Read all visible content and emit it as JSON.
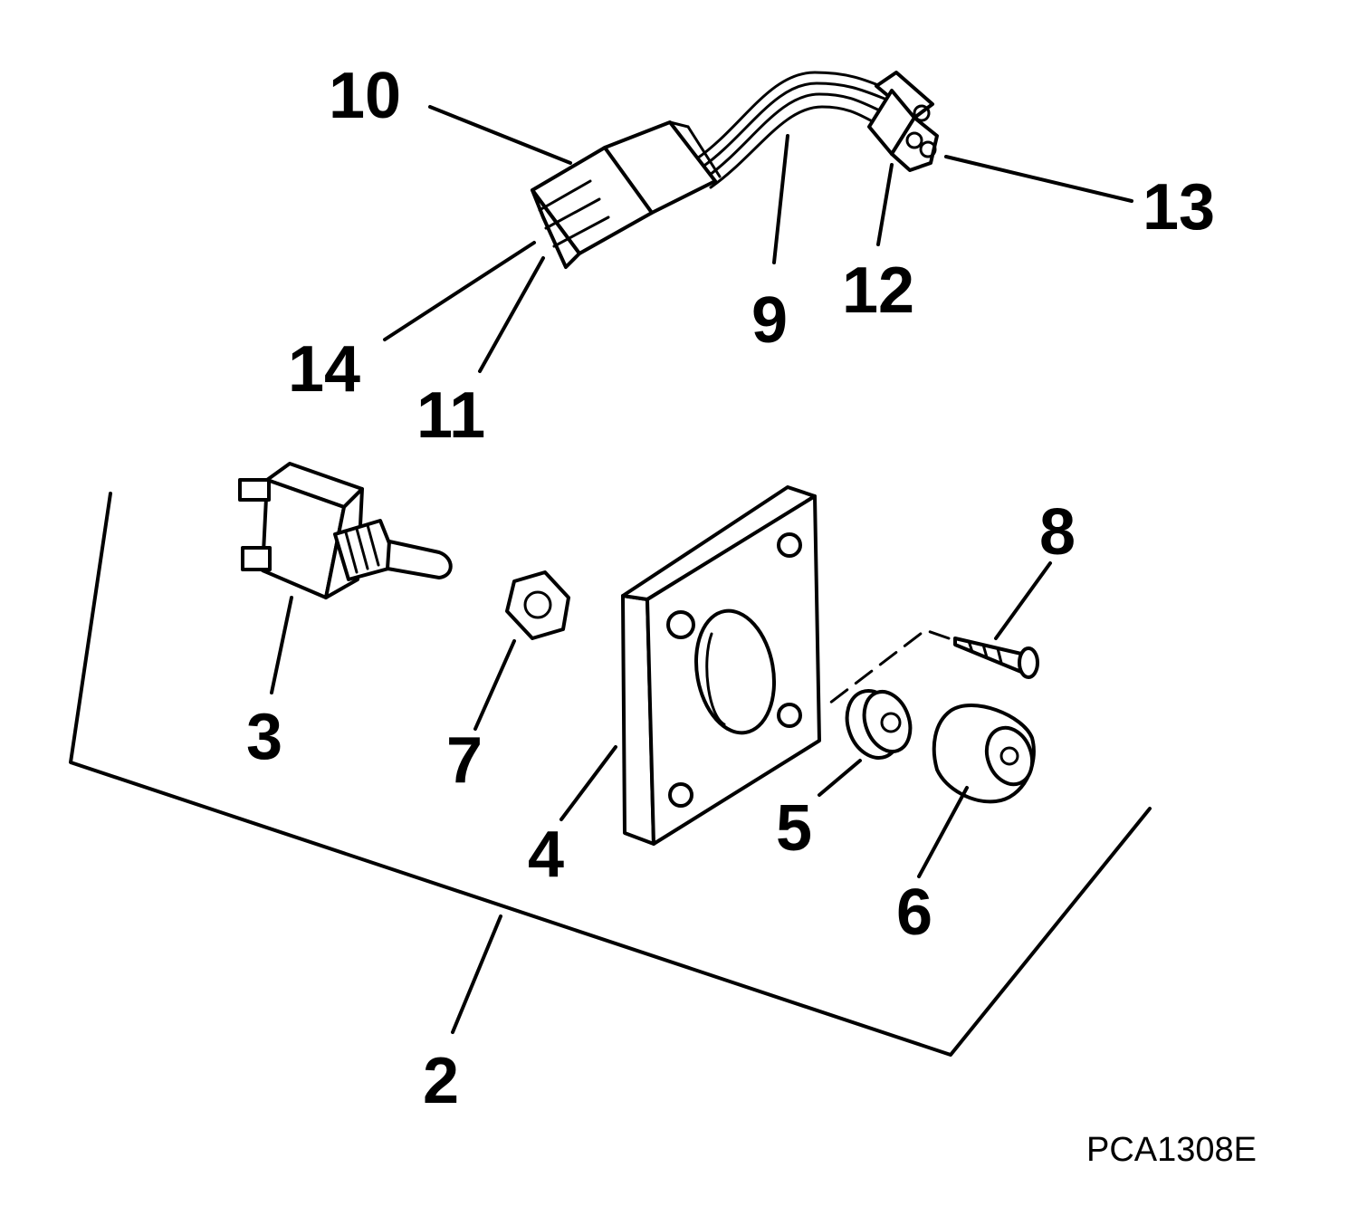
{
  "figure_id": "PCA1308E",
  "callouts": {
    "c2": "2",
    "c3": "3",
    "c4": "4",
    "c5": "5",
    "c6": "6",
    "c7": "7",
    "c8": "8",
    "c9": "9",
    "c10": "10",
    "c11": "11",
    "c12": "12",
    "c13": "13",
    "c14": "14"
  },
  "colors": {
    "ink": "#000000",
    "paper": "#ffffff"
  }
}
